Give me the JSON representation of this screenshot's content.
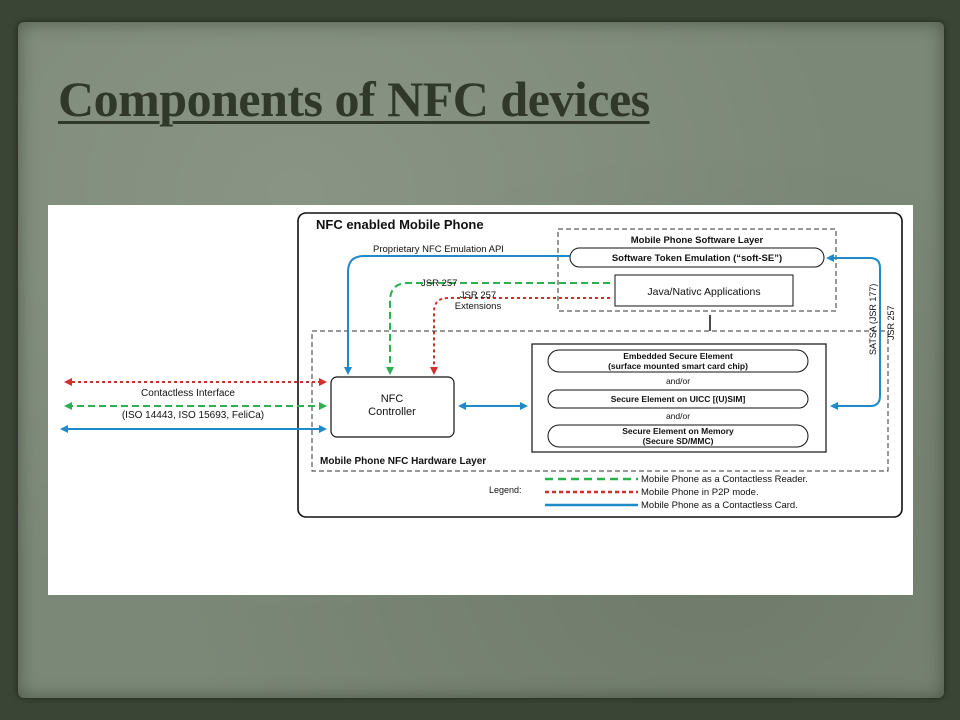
{
  "slide": {
    "title": "Components of NFC devices"
  },
  "diagram": {
    "outer_label": "NFC enabled Mobile Phone",
    "software_layer": {
      "label": "Mobile Phone Software Layer",
      "token": "Software Token Emulation (“soft-SE”)",
      "apps": "Java/Nativc Applications"
    },
    "hardware_layer": {
      "label": "Mobile Phone NFC Hardware Layer",
      "controller_line1": "NFC",
      "controller_line2": "Controller",
      "se_embedded_line1": "Embedded Secure Element",
      "se_embedded_line2": "(surface mounted smart card chip)",
      "andor_1": "and/or",
      "se_uicc": "Secure Element on UICC [(U)SIM]",
      "andor_2": "and/or",
      "se_memory_line1": "Secure Element on Memory",
      "se_memory_line2": "(Secure SD/MMC)"
    },
    "arrow_labels": {
      "proprietary_api": "Proprietary NFC Emulation API",
      "jsr257": "JSR 257",
      "jsr257_ext_line1": "JSR 257",
      "jsr257_ext_line2": "Extensions",
      "satsa": "SATSA (JSR 177)",
      "jsr257_side": "JSR 257",
      "contactless_interface": "Contactless Interface",
      "iso_standards": "(ISO 14443, ISO 15693, FeliCa)"
    },
    "legend": {
      "title": "Legend:",
      "items": [
        {
          "label": "Mobile Phone as a Contactless Reader.",
          "style": "dashed",
          "color": "#2bb14f"
        },
        {
          "label": "Mobile Phone in P2P mode.",
          "style": "dotted",
          "color": "#d0312d"
        },
        {
          "label": "Mobile Phone as a Contactless Card.",
          "style": "solid",
          "color": "#1f8ac8"
        }
      ]
    },
    "colors": {
      "reader": "#2bb14f",
      "p2p": "#d0312d",
      "card": "#1f8ac8"
    }
  }
}
